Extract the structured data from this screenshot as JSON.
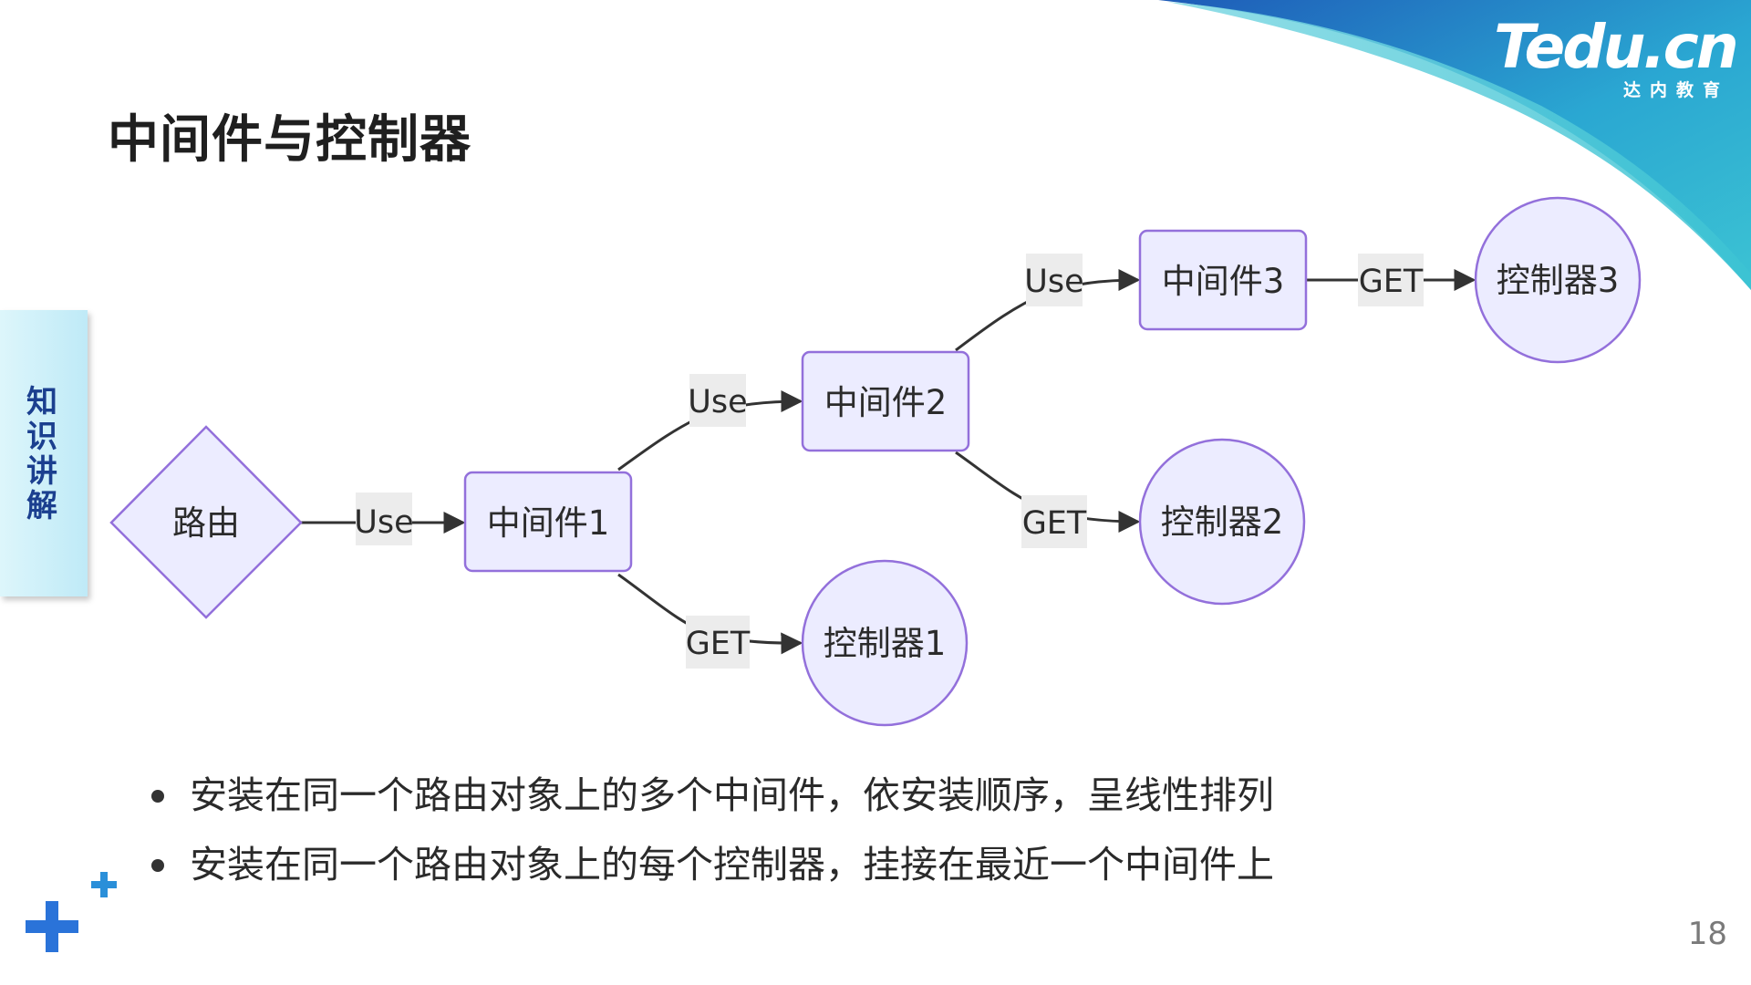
{
  "slide": {
    "title": "中间件与控制器",
    "side_tab": "知识讲解",
    "page_number": "18"
  },
  "logo": {
    "text": "Tedu.cn",
    "subtitle": "达内教育"
  },
  "diagram": {
    "nodes": [
      {
        "id": "router",
        "shape": "diamond",
        "label": "路由"
      },
      {
        "id": "mw1",
        "shape": "rect",
        "label": "中间件1"
      },
      {
        "id": "mw2",
        "shape": "rect",
        "label": "中间件2"
      },
      {
        "id": "mw3",
        "shape": "rect",
        "label": "中间件3"
      },
      {
        "id": "ctl1",
        "shape": "circle",
        "label": "控制器1"
      },
      {
        "id": "ctl2",
        "shape": "circle",
        "label": "控制器2"
      },
      {
        "id": "ctl3",
        "shape": "circle",
        "label": "控制器3"
      }
    ],
    "edges": [
      {
        "from": "router",
        "to": "mw1",
        "label": "Use"
      },
      {
        "from": "mw1",
        "to": "mw2",
        "label": "Use"
      },
      {
        "from": "mw1",
        "to": "ctl1",
        "label": "GET"
      },
      {
        "from": "mw2",
        "to": "mw3",
        "label": "Use"
      },
      {
        "from": "mw2",
        "to": "ctl2",
        "label": "GET"
      },
      {
        "from": "mw3",
        "to": "ctl3",
        "label": "GET"
      }
    ]
  },
  "bullets": [
    "安装在同一个路由对象上的多个中间件，依安装顺序，呈线性排列",
    "安装在同一个路由对象上的每个控制器，挂接在最近一个中间件上"
  ],
  "colors": {
    "node_fill": "#ECECFF",
    "node_stroke": "#9370DB",
    "edge": "#333333",
    "edge_label_bg": "#ECECEC",
    "title": "#1F1F1F",
    "side_tab_text": "#1B3F8F",
    "brand_teal": "#3CC3D3",
    "brand_blue": "#1E5BB8",
    "plus_blue": "#2A73D9"
  }
}
